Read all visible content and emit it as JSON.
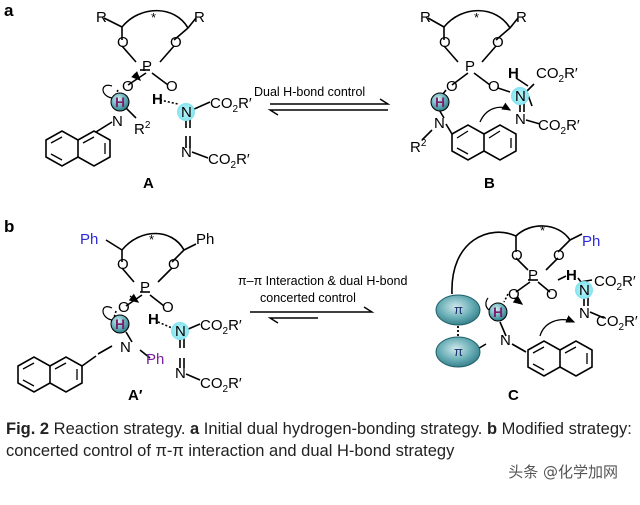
{
  "panel_a": {
    "label": "a",
    "arrow_text": "Dual H-bond control",
    "A": {
      "r_top_left": "R",
      "r_top_right": "R",
      "star": "*",
      "o1": "O",
      "o2": "O",
      "p": "P",
      "o3": "O",
      "o4": "O",
      "h_circle": "H",
      "n_amine": "N",
      "r2": "R",
      "r2_sup": "2",
      "h_bond": "H",
      "n_azo_top": "N",
      "n_azo_bottom": "N",
      "ester_top": "CO",
      "ester_top_sub": "2",
      "ester_top_r": "R′",
      "ester_bottom": "CO",
      "ester_bottom_sub": "2",
      "ester_bottom_r": "R′",
      "compound_label": "A"
    },
    "B": {
      "r_top_left": "R",
      "r_top_right": "R",
      "star": "*",
      "o1": "O",
      "o2": "O",
      "p": "P",
      "o3": "O",
      "o4": "O",
      "h_bond": "H",
      "n_azo_top": "N",
      "n_azo_bottom": "N",
      "ester_top": "CO",
      "ester_top_sub": "2",
      "ester_top_r": "R′",
      "ester_bottom": "CO",
      "ester_bottom_sub": "2",
      "ester_bottom_r": "R′",
      "h_circle": "H",
      "n_amine": "N",
      "r2": "R",
      "r2_sup": "2",
      "compound_label": "B"
    }
  },
  "panel_b": {
    "label": "b",
    "arrow_text_line1": "π–π Interaction & dual H-bond",
    "arrow_text_line2": "concerted control",
    "A_prime": {
      "ph_left": "Ph",
      "ph_right": "Ph",
      "star": "*",
      "o1": "O",
      "o2": "O",
      "p": "P",
      "o3": "O",
      "o4": "O",
      "h_circle": "H",
      "n_amine": "N",
      "ph_n": "Ph",
      "h_bond": "H",
      "n_azo_top": "N",
      "n_azo_bottom": "N",
      "ester_top": "CO",
      "ester_top_sub": "2",
      "ester_top_r": "R′",
      "ester_bottom": "CO",
      "ester_bottom_sub": "2",
      "ester_bottom_r": "R′",
      "compound_label": "A′"
    },
    "C": {
      "ph_right": "Ph",
      "star": "*",
      "o1": "O",
      "o2": "O",
      "p": "P",
      "o3": "O",
      "o4": "O",
      "h_bond": "H",
      "n_azo_top": "N",
      "n_azo_bottom": "N",
      "ester_top": "CO",
      "ester_top_sub": "2",
      "ester_top_r": "R′",
      "ester_bottom": "CO",
      "ester_bottom_sub": "2",
      "ester_bottom_r": "R′",
      "h_circle": "H",
      "n_amine": "N",
      "pi_top": "π",
      "pi_bottom": "π",
      "compound_label": "C"
    }
  },
  "caption": {
    "fig_label": "Fig. 2",
    "text1": " Reaction strategy. ",
    "a_label": "a",
    "text2": " Initial dual hydrogen-bonding strategy. ",
    "b_label": "b",
    "text3": " Modified strategy: concerted control of π-π interaction and dual H-bond strategy"
  },
  "watermark": "头条 @化学加网",
  "colors": {
    "highlight_cyan": "#7fe3ef",
    "highlight_teal_ball": "#5aa7b0",
    "h_purple": "#7a1f6e",
    "ph_blue": "#2a2ad6",
    "ph_purple": "#7a1f9e",
    "pi_ellipse": "#4f9ba6"
  }
}
